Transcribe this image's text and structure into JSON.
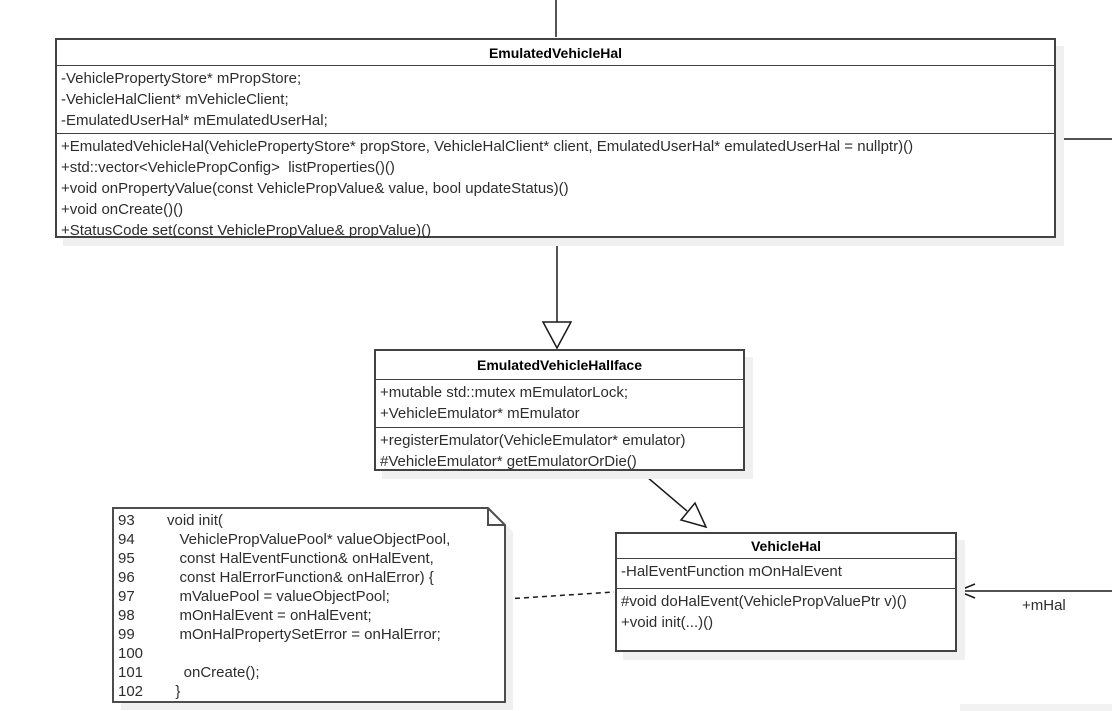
{
  "colors": {
    "background": "#ffffff",
    "box_border": "#424242",
    "connector": "#1a1a1a",
    "shadow": "#f0f0f0",
    "text": "#2d2d2d"
  },
  "classes": [
    {
      "name": "EmulatedVehicleHal",
      "attributes": [
        "-VehiclePropertyStore* mPropStore;",
        "-VehicleHalClient* mVehicleClient;",
        "-EmulatedUserHal* mEmulatedUserHal;"
      ],
      "methods": [
        "+EmulatedVehicleHal(VehiclePropertyStore* propStore, VehicleHalClient* client, EmulatedUserHal* emulatedUserHal = nullptr)()",
        "+std::vector<VehiclePropConfig>  listProperties()()",
        "+void onPropertyValue(const VehiclePropValue& value, bool updateStatus)()",
        "+void onCreate()()",
        "+StatusCode set(const VehiclePropValue& propValue)()"
      ]
    },
    {
      "name": "EmulatedVehicleHalIface",
      "attributes": [
        "+mutable std::mutex mEmulatorLock;",
        "+VehicleEmulator* mEmulator"
      ],
      "methods": [
        "+registerEmulator(VehicleEmulator* emulator)",
        "#VehicleEmulator* getEmulatorOrDie()"
      ]
    },
    {
      "name": "VehicleHal",
      "attributes": [
        "-HalEventFunction mOnHalEvent"
      ],
      "methods": [
        "#void doHalEvent(VehiclePropValuePtr v)()",
        "+void init(...)()"
      ]
    }
  ],
  "note": {
    "lines": [
      {
        "num": "93",
        "code": "void init("
      },
      {
        "num": "94",
        "code": "   VehiclePropValuePool* valueObjectPool,"
      },
      {
        "num": "95",
        "code": "   const HalEventFunction& onHalEvent,"
      },
      {
        "num": "96",
        "code": "   const HalErrorFunction& onHalError) {"
      },
      {
        "num": "97",
        "code": "   mValuePool = valueObjectPool;"
      },
      {
        "num": "98",
        "code": "   mOnHalEvent = onHalEvent;"
      },
      {
        "num": "99",
        "code": "   mOnHalPropertySetError = onHalError;"
      },
      {
        "num": "100",
        "code": ""
      },
      {
        "num": "101",
        "code": "    onCreate();"
      },
      {
        "num": "102",
        "code": "  }"
      }
    ]
  },
  "edge_labels": {
    "mhal": "+mHal"
  }
}
